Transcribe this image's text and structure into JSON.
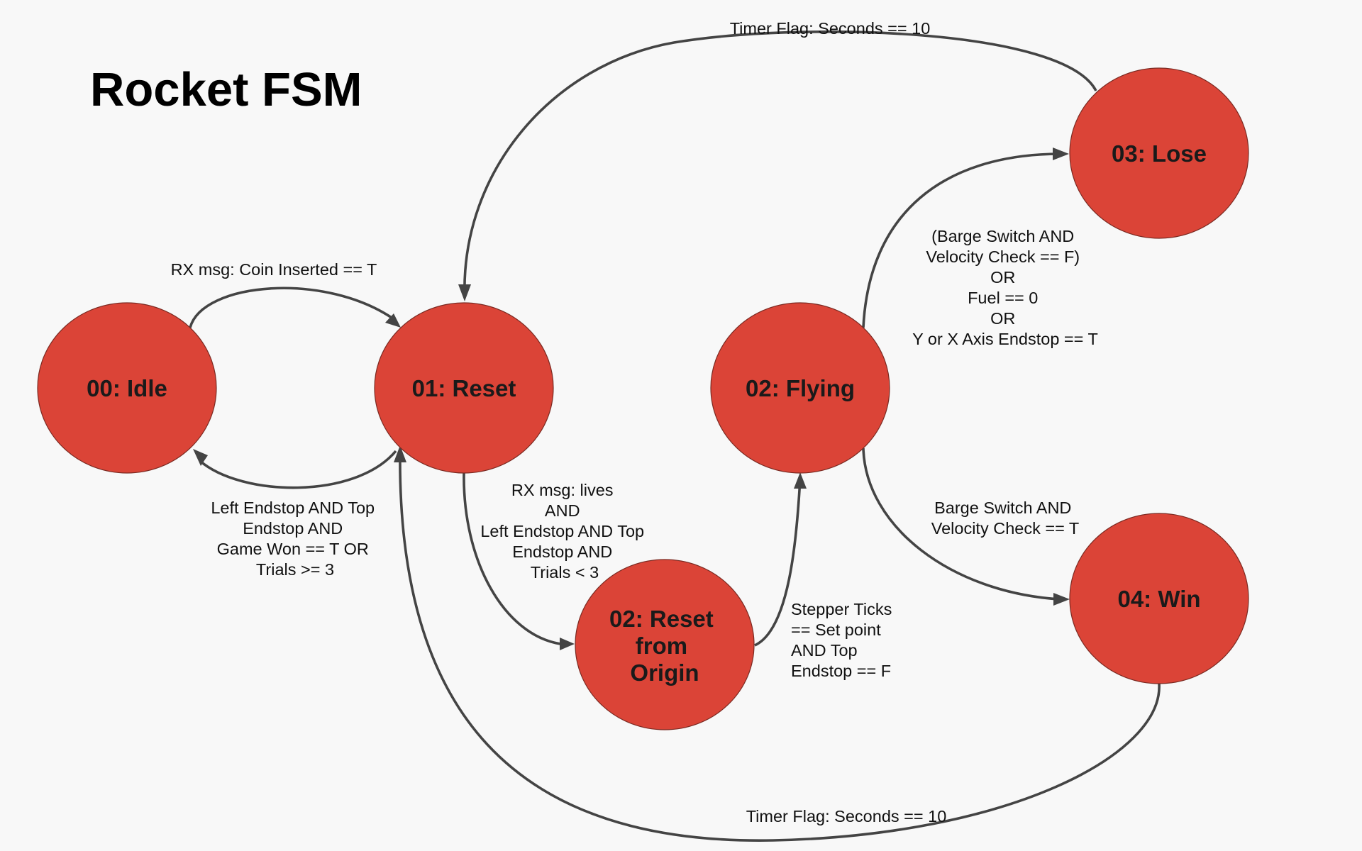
{
  "title": "Rocket FSM",
  "colors": {
    "state_fill": "#db4437",
    "edge": "#444444",
    "background": "#f8f8f8"
  },
  "states": [
    {
      "id": "idle",
      "lines": [
        "00: Idle"
      ]
    },
    {
      "id": "reset",
      "lines": [
        "01: Reset"
      ]
    },
    {
      "id": "flying",
      "lines": [
        "02: Flying"
      ]
    },
    {
      "id": "lose",
      "lines": [
        "03: Lose"
      ]
    },
    {
      "id": "win",
      "lines": [
        "04: Win"
      ]
    },
    {
      "id": "reset-origin",
      "lines": [
        "02: Reset",
        "from",
        "Origin"
      ]
    }
  ],
  "transitions": [
    {
      "id": "idle-to-reset",
      "from": "00: Idle",
      "to": "01: Reset",
      "label": [
        "RX msg: Coin Inserted == T"
      ]
    },
    {
      "id": "reset-to-idle",
      "from": "01: Reset",
      "to": "00: Idle",
      "label": [
        "Left Endstop AND Top",
        "Endstop AND",
        "Game Won == T OR",
        "Trials >= 3"
      ]
    },
    {
      "id": "reset-to-reset-origin",
      "from": "01: Reset",
      "to": "02: Reset from Origin",
      "label": [
        "RX msg: lives",
        "AND",
        "Left Endstop AND Top",
        "Endstop AND",
        "Trials < 3"
      ]
    },
    {
      "id": "reset-origin-to-flying",
      "from": "02: Reset from Origin",
      "to": "02: Flying",
      "label": [
        "Stepper Ticks",
        "== Set point",
        "AND Top",
        "Endstop == F"
      ]
    },
    {
      "id": "flying-to-lose",
      "from": "02: Flying",
      "to": "03: Lose",
      "label": [
        "(Barge Switch AND",
        "Velocity Check == F)",
        "OR",
        "Fuel == 0",
        "OR",
        "Y or X Axis Endstop == T"
      ]
    },
    {
      "id": "flying-to-win",
      "from": "02: Flying",
      "to": "04: Win",
      "label": [
        "Barge Switch AND",
        "Velocity Check == T"
      ]
    },
    {
      "id": "lose-to-reset",
      "from": "03: Lose",
      "to": "01: Reset",
      "label": [
        "Timer Flag: Seconds == 10"
      ]
    },
    {
      "id": "win-to-reset",
      "from": "04: Win",
      "to": "01: Reset",
      "label": [
        "Timer Flag: Seconds == 10"
      ]
    }
  ]
}
